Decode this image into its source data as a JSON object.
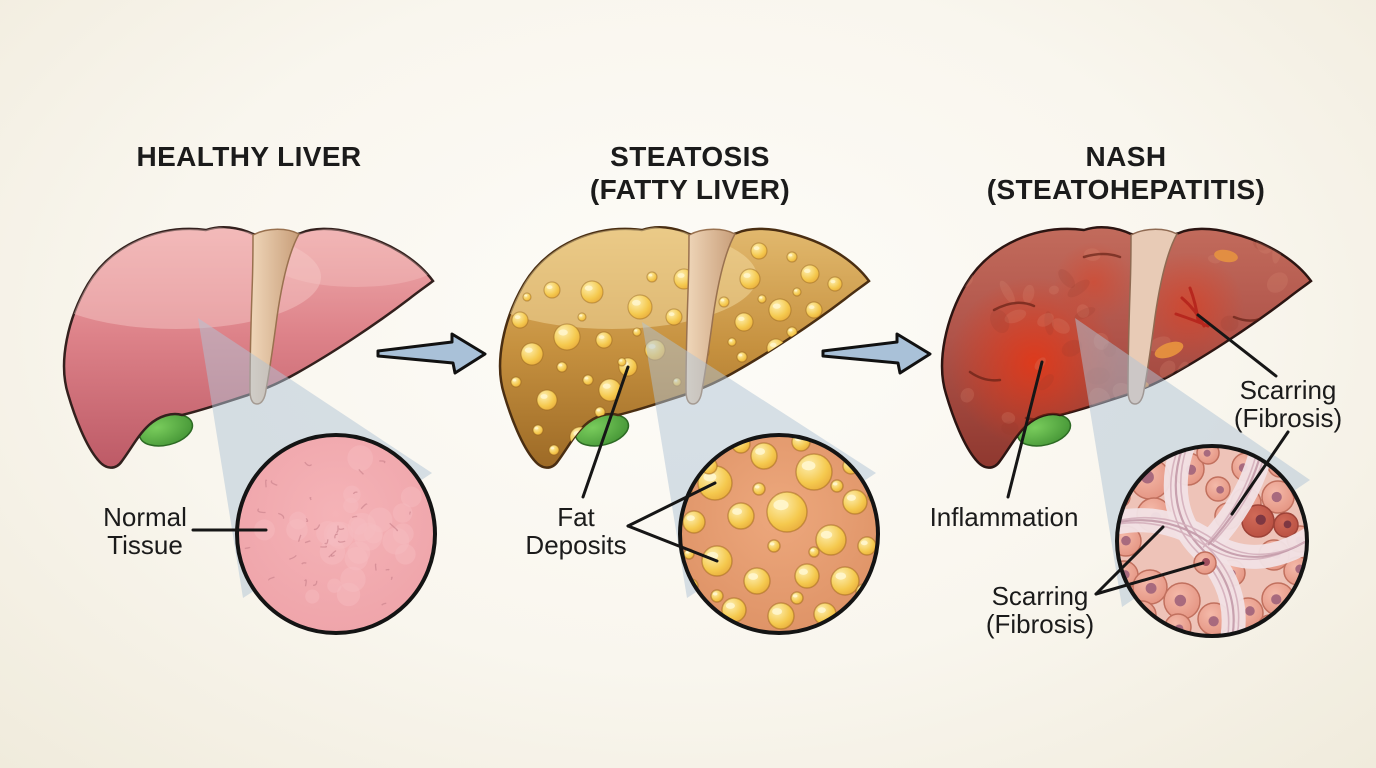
{
  "diagram": {
    "panels": [
      {
        "title": "HEALTHY LIVER",
        "subtitle": ""
      },
      {
        "title": "STEATOSIS",
        "subtitle": "(FATTY LIVER)"
      },
      {
        "title": "NASH",
        "subtitle": "(STEATOHEPATITIS)"
      }
    ],
    "annotations": {
      "normal_tissue": {
        "line1": "Normal",
        "line2": "Tissue"
      },
      "fat_deposits": {
        "line1": "Fat",
        "line2": "Deposits"
      },
      "inflammation": {
        "line1": "Inflammation"
      },
      "scarring_on_liver": {
        "line1": "Scarring",
        "line2": "(Fibrosis)"
      },
      "scarring_in_tissue": {
        "line1": "Scarring",
        "line2": "(Fibrosis)"
      }
    },
    "colors": {
      "background": "#f8f5ec",
      "healthy_liver": "#dd8289",
      "fatty_liver": "#c6913f",
      "fat_droplet": "#f5c94e",
      "nash_liver": "#b0544a",
      "inflammation_red": "#e63617",
      "gallbladder_green": "#4ea83c",
      "ligament": "#e3c49d",
      "arrow_fill": "#a9c1d8",
      "inset_normal_tissue": "#f1a6ab",
      "inset_fat_background": "#e29a6e",
      "fibrosis_band": "#f1e0e4",
      "text": "#1b1b1b"
    },
    "icons": [
      {
        "name": "progression-arrow",
        "meaning": "disease progression to next stage"
      }
    ]
  }
}
